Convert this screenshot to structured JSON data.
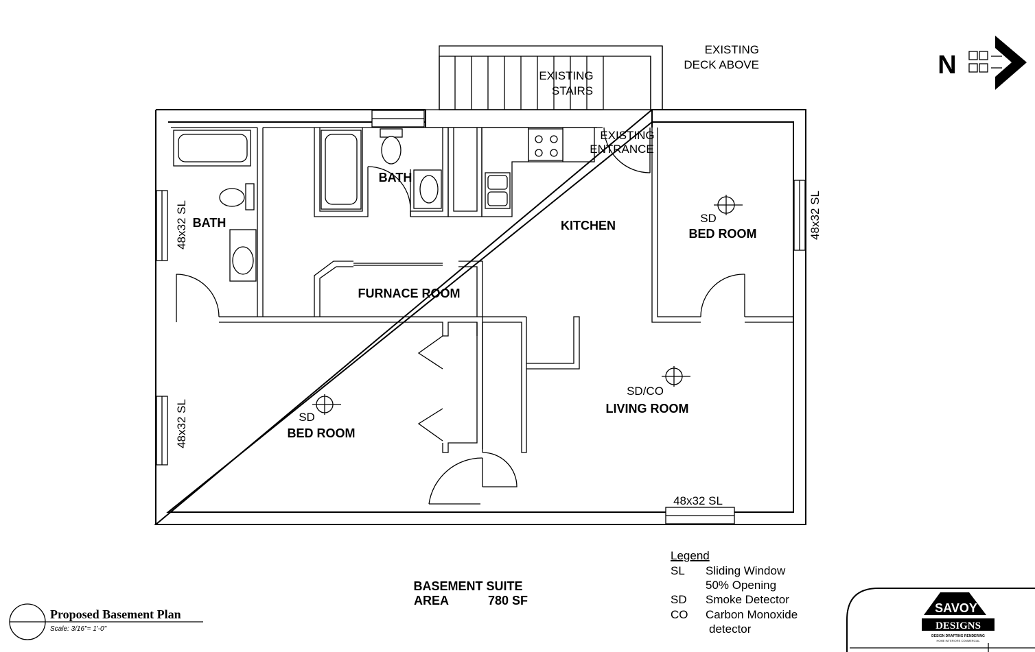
{
  "rooms": {
    "bath_left": "BATH",
    "bath_center": "BATH",
    "kitchen": "KITCHEN",
    "bedroom_right": "BED ROOM",
    "bedroom_left": "BED ROOM",
    "furnace": "FURNACE ROOM",
    "living": "LIVING ROOM"
  },
  "notes": {
    "stairs_line1": "EXISTING",
    "stairs_line2": "STAIRS",
    "deck_line1": "EXISTING",
    "deck_line2": "DECK ABOVE",
    "entrance_line1": "EXISTING",
    "entrance_line2": "ENTRANCE"
  },
  "windows": {
    "left_upper": "48x32 SL",
    "left_lower": "48x32 SL",
    "right": "48x32 SL",
    "bottom": "48x32 SL"
  },
  "detectors": {
    "bedroom_right": "SD",
    "bedroom_left": "SD",
    "living": "SD/CO"
  },
  "north": "N",
  "area": {
    "line1": "BASEMENT SUITE",
    "label": "AREA",
    "value": "780 SF"
  },
  "legend": {
    "title": "Legend",
    "items": [
      {
        "code": "SL",
        "desc_line1": "Sliding Window",
        "desc_line2": "50% Opening"
      },
      {
        "code": "SD",
        "desc_line1": "Smoke Detector",
        "desc_line2": ""
      },
      {
        "code": "CO",
        "desc_line1": "Carbon Monoxide",
        "desc_line2": "detector"
      }
    ]
  },
  "title_block": {
    "title": "Proposed Basement Plan",
    "scale": "Scale: 3/16\"= 1'-0\""
  },
  "logo": {
    "name": "Savoy Designs",
    "lettering_line1": "SAVOY",
    "lettering_line2": "DESIGNS",
    "tagline": "DESIGN  DRAFTING  RENDERING",
    "subtagline": "HOME  INTERIORS  COMMERCIAL"
  }
}
